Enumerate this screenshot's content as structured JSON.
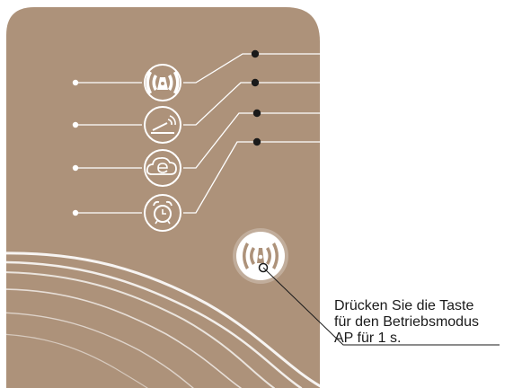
{
  "device": {
    "panel_color": "#ad927a",
    "icon_color": "#ffffff",
    "indicators": [
      {
        "name": "wifi-ap-icon"
      },
      {
        "name": "router-signal-icon"
      },
      {
        "name": "cloud-e-icon"
      },
      {
        "name": "alarm-clock-icon"
      }
    ],
    "button_icon": "wifi-ap-button-icon"
  },
  "callout": {
    "line1": "Drücken Sie die Taste",
    "line2": "für den Betriebsmodus",
    "line3": "AP für 1 s."
  }
}
